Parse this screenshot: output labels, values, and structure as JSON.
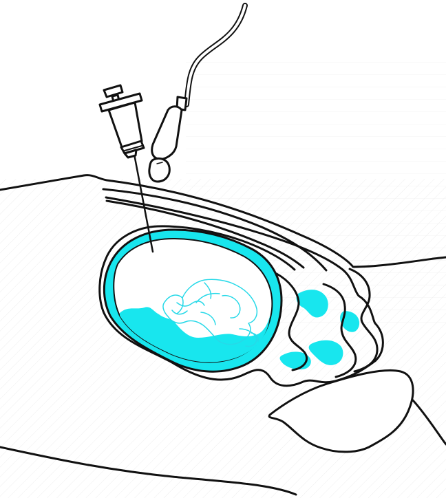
{
  "diagram": {
    "colors": {
      "background": "#ffffff",
      "outline": "#111111",
      "amniotic_fluid": "#18e6ee",
      "fetus_outline": "#27d9e8",
      "hatch": "#e7e7e7"
    },
    "parts": [
      "syringe",
      "needle",
      "ultrasound-transducer",
      "transducer-cable",
      "maternal-abdomen",
      "uterus",
      "amniotic-fluid",
      "fetus",
      "placenta",
      "bladder"
    ]
  }
}
